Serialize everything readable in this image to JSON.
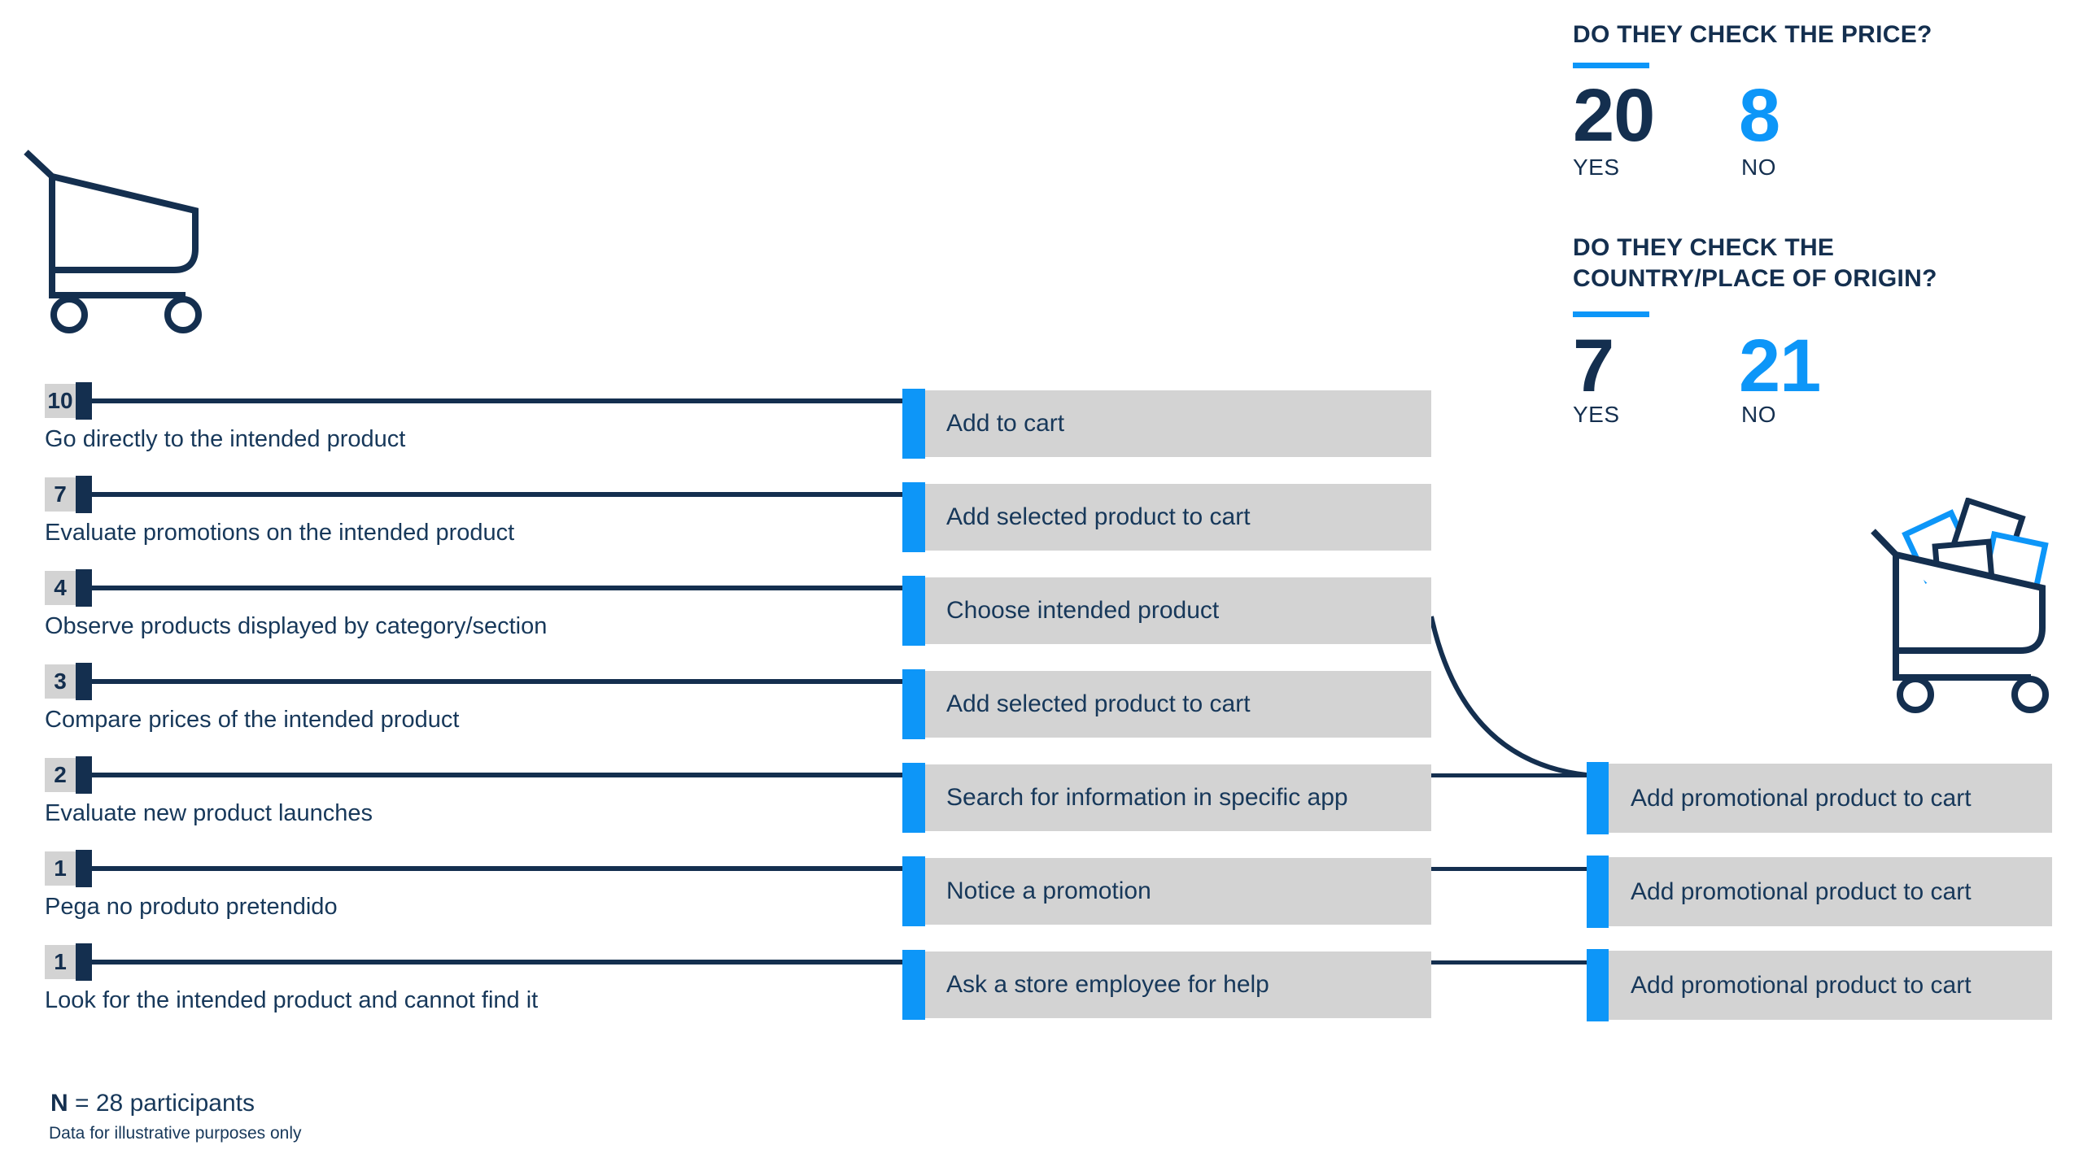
{
  "colors": {
    "navy": "#142F4F",
    "blue": "#0D96F8",
    "gray": "#D3D3D3"
  },
  "stats": [
    {
      "question": "DO THEY CHECK THE PRICE?",
      "yes": {
        "value": "20",
        "label": "YES"
      },
      "no": {
        "value": "8",
        "label": "NO"
      }
    },
    {
      "question": "DO THEY CHECK THE\nCOUNTRY/PLACE OF ORIGIN?",
      "yes": {
        "value": "7",
        "label": "YES"
      },
      "no": {
        "value": "21",
        "label": "NO"
      }
    }
  ],
  "flow": {
    "rows": [
      {
        "count": "10",
        "label": "Go directly to the intended product",
        "action": "Add to cart"
      },
      {
        "count": "7",
        "label": "Evaluate promotions on the intended product",
        "action": "Add selected product to cart"
      },
      {
        "count": "4",
        "label": "Observe products displayed by category/section",
        "action": "Choose intended product"
      },
      {
        "count": "3",
        "label": "Compare prices of the intended product",
        "action": "Add selected product to cart"
      },
      {
        "count": "2",
        "label": "Evaluate new product launches",
        "action": "Search for information in specific app",
        "outcome": "Add promotional product to cart"
      },
      {
        "count": "1",
        "label": "Pega no produto pretendido",
        "action": "Notice a promotion",
        "outcome": "Add promotional product to cart"
      },
      {
        "count": "1",
        "label": "Look for the intended product and cannot find it",
        "action": "Ask a store employee for help",
        "outcome": "Add promotional product to cart"
      }
    ]
  },
  "footer": {
    "n_label": "N",
    "n_rest": " = 28 participants",
    "disclaimer": "Data for illustrative purposes only"
  },
  "icons": {
    "cart_empty": "shopping-cart-icon",
    "cart_full": "full-shopping-cart-icon"
  }
}
